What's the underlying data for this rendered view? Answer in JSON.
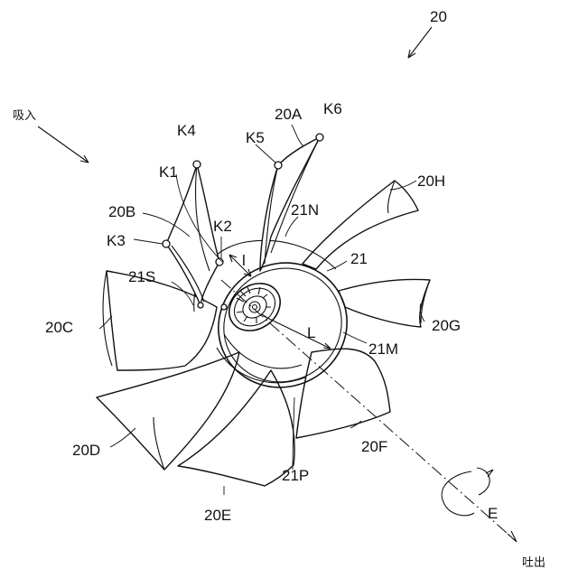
{
  "figure": {
    "ref_numeral": "20",
    "labels": {
      "suction": "吸入",
      "discharge": "吐出",
      "K1": "K1",
      "K2": "K2",
      "K3": "K3",
      "K4": "K4",
      "K5": "K5",
      "K6": "K6",
      "blade_A": "20A",
      "blade_B": "20B",
      "blade_C": "20C",
      "blade_D": "20D",
      "blade_E": "20E",
      "blade_F": "20F",
      "blade_G": "20G",
      "blade_H": "20H",
      "ring": "21",
      "ring_N": "21N",
      "ring_S": "21S",
      "ring_M": "21M",
      "ring_P": "21P",
      "dim_l": "l",
      "dim_L": "L",
      "rotation": "E"
    }
  }
}
